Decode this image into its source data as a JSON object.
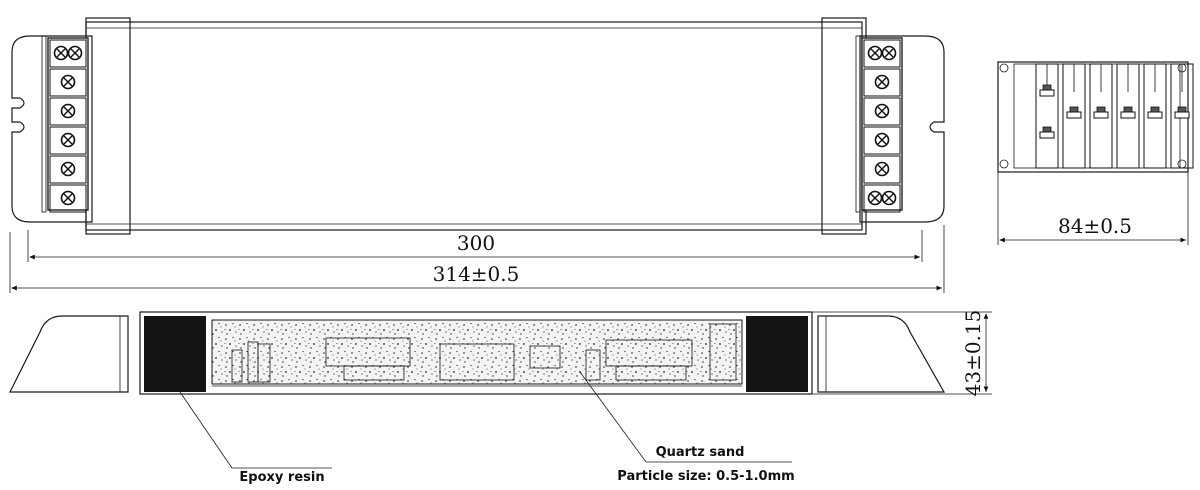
{
  "dimensions": {
    "length_inner": "300",
    "length_total": "314±0.5",
    "width": "84±0.5",
    "height": "43±0.15"
  },
  "callouts": {
    "epoxy": "Epoxy resin",
    "quartz_title": "Quartz sand",
    "quartz_detail": "Particle size: 0.5-1.0mm"
  }
}
